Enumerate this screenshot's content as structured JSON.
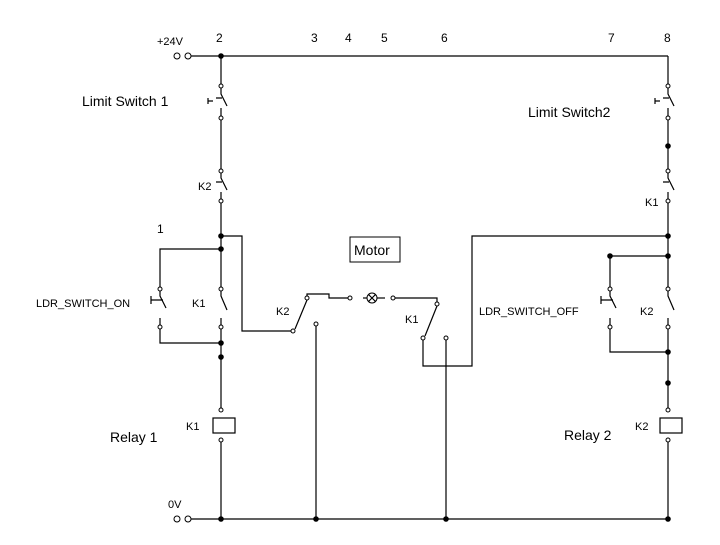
{
  "supply": {
    "positive_label": "+24V",
    "ground_label": "0V"
  },
  "node_numbers": [
    "2",
    "3",
    "4",
    "5",
    "6",
    "7",
    "8",
    "1"
  ],
  "left_branch": {
    "limit_switch": "Limit  Switch 1",
    "interlock_contact": "K2",
    "ldr_switch": "LDR_SWITCH_ON",
    "holding_contact": "K1",
    "relay_coil": "K1",
    "relay_name": "Relay  1"
  },
  "right_branch": {
    "limit_switch": "Limit  Switch2",
    "interlock_contact": "K1",
    "ldr_switch": "LDR_SWITCH_OFF",
    "holding_contact": "K2",
    "relay_coil": "K2",
    "relay_name": "Relay  2"
  },
  "motor": {
    "label": "Motor",
    "left_contact": "K2",
    "right_contact": "K1"
  }
}
